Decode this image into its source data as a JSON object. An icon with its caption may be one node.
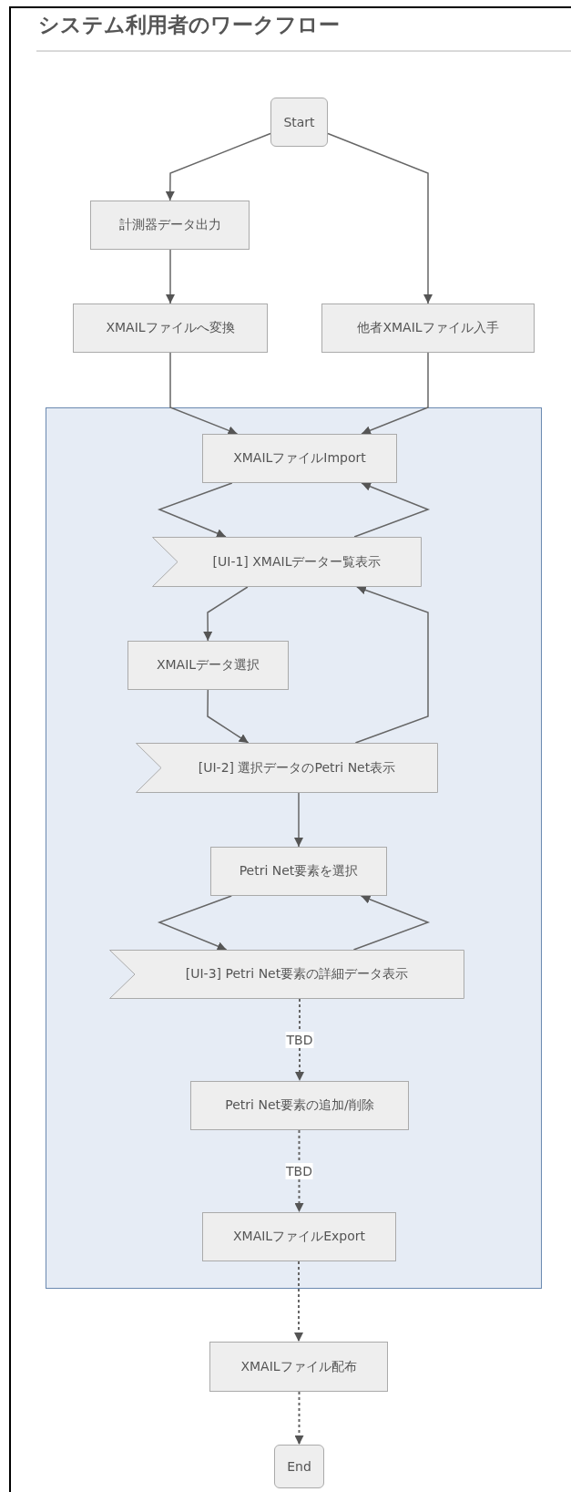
{
  "diagram": {
    "title": "システム利用者のワークフロー",
    "nodes": [
      {
        "text": [
          "Start"
        ]
      },
      {
        "text": [
          "計測器データ出力"
        ]
      },
      {
        "text": [
          "XMAILファイルへ変換"
        ]
      },
      {
        "text": [
          "他者XMAILファイル入手"
        ]
      },
      {
        "text": [],
        "shape": "box"
      },
      {
        "text": [
          "XMAILファイルImport"
        ],
        "in": 4
      },
      {
        "text": [
          "[UI-1] XMAILデーター覧表示"
        ],
        "in": 4
      },
      {
        "text": [
          "XMAILデータ選択"
        ],
        "in": 4
      },
      {
        "text": [
          "[UI-2] 選択データのPetri Net表示"
        ],
        "in": 4
      },
      {
        "text": [
          "Petri Net要素を選択"
        ],
        "in": 4
      },
      {
        "text": [
          "[UI-3] Petri Net要素の詳細データ表示"
        ],
        "in": 4
      },
      {
        "text": [
          "Petri Net要素の追加/削除"
        ],
        "in": 4
      },
      {
        "text": [
          "XMAILファイルExport"
        ],
        "in": 4
      },
      {
        "text": [
          "XMAILファイル配布"
        ]
      },
      {
        "text": [
          "End"
        ]
      }
    ],
    "edges": [
      {
        "from": 0,
        "to": 1,
        "arrow": "to"
      },
      {
        "from": 0,
        "to": 3,
        "arrow": "to"
      },
      {
        "from": 1,
        "to": 2,
        "arrow": "to"
      },
      {
        "from": 2,
        "to": 5,
        "arrow": "to"
      },
      {
        "from": 3,
        "to": 5,
        "arrow": "to"
      },
      {
        "from": 5,
        "to": 6,
        "arrow": "to"
      },
      {
        "from": 6,
        "to": 5,
        "arrow": "to"
      },
      {
        "from": 6,
        "to": 7,
        "arrow": "to"
      },
      {
        "from": 7,
        "to": 8,
        "arrow": "to"
      },
      {
        "from": 8,
        "to": 6,
        "arrow": "to"
      },
      {
        "from": 8,
        "to": 9,
        "arrow": "to"
      },
      {
        "from": 9,
        "to": 10,
        "arrow": "to"
      },
      {
        "from": 10,
        "to": 9,
        "arrow": "to"
      },
      {
        "from": 10,
        "to": 11,
        "arrow": "to",
        "label": "TBD",
        "style": "dashed"
      },
      {
        "from": 11,
        "to": 12,
        "arrow": "to",
        "label": "TBD",
        "style": "dashed"
      },
      {
        "from": 12,
        "to": 13,
        "arrow": "to",
        "style": "dashed"
      },
      {
        "from": 13,
        "to": 14,
        "arrow": "to",
        "style": "dashed"
      }
    ]
  }
}
